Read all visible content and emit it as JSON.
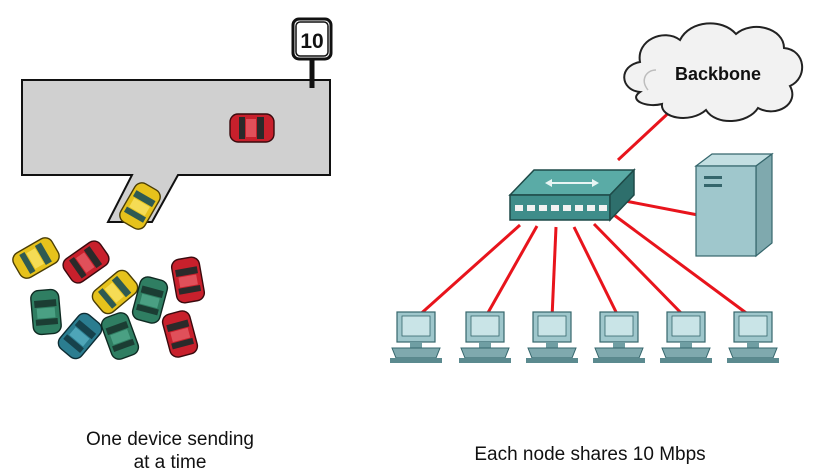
{
  "parking_diagram": {
    "speed_sign": "10",
    "caption_line1": "One device sending",
    "caption_line2": "at a time"
  },
  "network_diagram": {
    "backbone_label": "Backbone",
    "caption": "Each node shares 10 Mbps",
    "workstation_count": 6
  },
  "colors": {
    "link": "#e8141c",
    "lot": "#d0d0d0",
    "hub_body": "#3f8d8a",
    "server": "#9fc7cc",
    "car_red": "#c8202c",
    "car_yellow": "#e6c21c",
    "car_green": "#2f7e62",
    "car_teal": "#2b7d90"
  }
}
